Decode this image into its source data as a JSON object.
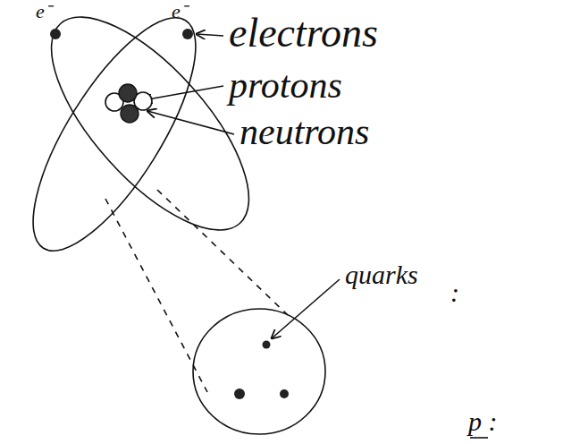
{
  "diagram": {
    "labels": [
      "e⁻",
      "e⁻",
      "electrons",
      "protons",
      "neutrons",
      "quarks",
      ":",
      "p :"
    ]
  }
}
